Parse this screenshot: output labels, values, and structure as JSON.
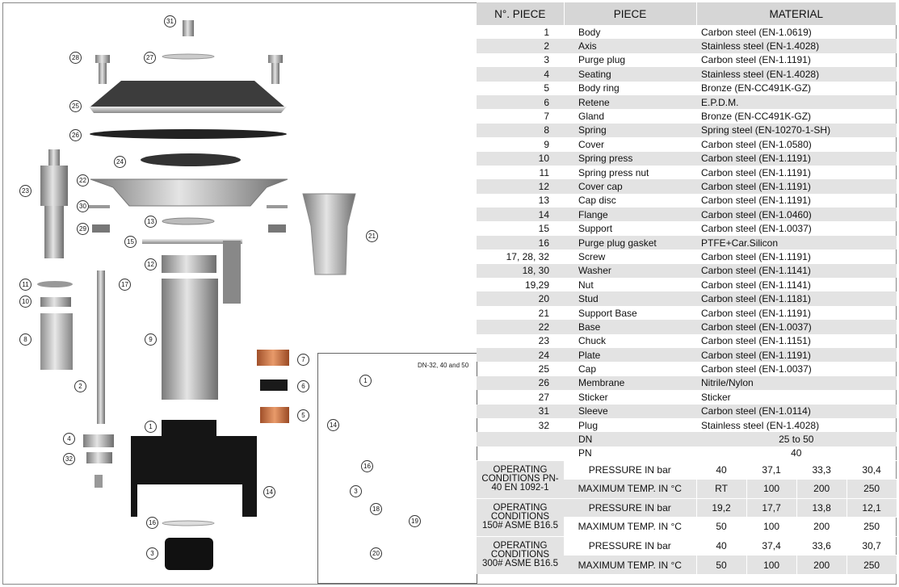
{
  "header": {
    "num": "N°. PIECE",
    "piece": "PIECE",
    "material": "MATERIAL"
  },
  "parts": [
    {
      "num": "1",
      "piece": "Body",
      "material": "Carbon steel (EN-1.0619)"
    },
    {
      "num": "2",
      "piece": "Axis",
      "material": "Stainless steel (EN-1.4028)"
    },
    {
      "num": "3",
      "piece": "Purge plug",
      "material": "Carbon steel (EN-1.1191)"
    },
    {
      "num": "4",
      "piece": "Seating",
      "material": "Stainless steel (EN-1.4028)"
    },
    {
      "num": "5",
      "piece": "Body ring",
      "material": "Bronze (EN-CC491K-GZ)"
    },
    {
      "num": "6",
      "piece": "Retene",
      "material": "E.P.D.M."
    },
    {
      "num": "7",
      "piece": "Gland",
      "material": "Bronze (EN-CC491K-GZ)"
    },
    {
      "num": "8",
      "piece": "Spring",
      "material": "Spring steel (EN-10270-1-SH)"
    },
    {
      "num": "9",
      "piece": "Cover",
      "material": "Carbon steel (EN-1.0580)"
    },
    {
      "num": "10",
      "piece": "Spring press",
      "material": "Carbon steel (EN-1.1191)"
    },
    {
      "num": "11",
      "piece": "Spring press nut",
      "material": "Carbon steel (EN-1.1191)"
    },
    {
      "num": "12",
      "piece": "Cover cap",
      "material": "Carbon steel (EN-1.1191)"
    },
    {
      "num": "13",
      "piece": "Cap disc",
      "material": "Carbon steel (EN-1.1191)"
    },
    {
      "num": "14",
      "piece": "Flange",
      "material": "Carbon steel (EN-1.0460)"
    },
    {
      "num": "15",
      "piece": "Support",
      "material": "Carbon steel (EN-1.0037)"
    },
    {
      "num": "16",
      "piece": "Purge plug gasket",
      "material": "PTFE+Car.Silicon"
    },
    {
      "num": "17, 28, 32",
      "piece": "Screw",
      "material": "Carbon steel (EN-1.1191)"
    },
    {
      "num": "18, 30",
      "piece": "Washer",
      "material": "Carbon steel (EN-1.1141)"
    },
    {
      "num": "19,29",
      "piece": "Nut",
      "material": "Carbon steel (EN-1.1141)"
    },
    {
      "num": "20",
      "piece": "Stud",
      "material": "Carbon steel (EN-1.1181)"
    },
    {
      "num": "21",
      "piece": "Support Base",
      "material": "Carbon steel (EN-1.1191)"
    },
    {
      "num": "22",
      "piece": "Base",
      "material": "Carbon steel (EN-1.0037)"
    },
    {
      "num": "23",
      "piece": "Chuck",
      "material": "Carbon steel (EN-1.1151)"
    },
    {
      "num": "24",
      "piece": "Plate",
      "material": "Carbon steel (EN-1.1191)"
    },
    {
      "num": "25",
      "piece": "Cap",
      "material": "Carbon steel (EN-1.0037)"
    },
    {
      "num": "26",
      "piece": "Membrane",
      "material": "Nitrile/Nylon"
    },
    {
      "num": "27",
      "piece": "Sticker",
      "material": "Sticker"
    },
    {
      "num": "31",
      "piece": "Sleeve",
      "material": "Carbon steel (EN-1.0114)"
    },
    {
      "num": "32",
      "piece": "Plug",
      "material": "Stainless steel (EN-1.4028)"
    }
  ],
  "dn": {
    "label": "DN",
    "value": "25 to 50"
  },
  "pn": {
    "label": "PN",
    "value": "40"
  },
  "conditions": [
    {
      "label": "OPERATING CONDITIONS PN-40 EN 1092-1",
      "pressure_label": "PRESSURE IN bar",
      "pressure": [
        "40",
        "37,1",
        "33,3",
        "30,4"
      ],
      "temp_label": "MAXIMUM TEMP. IN °C",
      "temp": [
        "RT",
        "100",
        "200",
        "250"
      ]
    },
    {
      "label": "OPERATING CONDITIONS 150# ASME B16.5",
      "pressure_label": "PRESSURE IN bar",
      "pressure": [
        "19,2",
        "17,7",
        "13,8",
        "12,1"
      ],
      "temp_label": "MAXIMUM TEMP. IN °C",
      "temp": [
        "50",
        "100",
        "200",
        "250"
      ]
    },
    {
      "label": "OPERATING CONDITIONS 300# ASME B16.5",
      "pressure_label": "PRESSURE IN bar",
      "pressure": [
        "40",
        "37,4",
        "33,6",
        "30,7"
      ],
      "temp_label": "MAXIMUM TEMP. IN °C",
      "temp": [
        "50",
        "100",
        "200",
        "250"
      ]
    }
  ],
  "drawing": {
    "inset_title": "DN-32, 40 and 50",
    "callouts": [
      "31",
      "28",
      "27",
      "25",
      "26",
      "24",
      "23",
      "22",
      "30",
      "29",
      "13",
      "15",
      "12",
      "21",
      "11",
      "17",
      "10",
      "8",
      "9",
      "2",
      "7",
      "6",
      "5",
      "1",
      "4",
      "32",
      "14",
      "16",
      "3"
    ],
    "inset_callouts": [
      "1",
      "14",
      "16",
      "3",
      "18",
      "19",
      "20"
    ]
  }
}
